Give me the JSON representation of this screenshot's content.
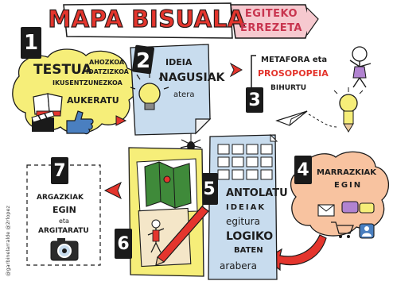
{
  "title": "MAPA BISUALA",
  "subtitle": [
    "EGITEKO",
    "ERREZETA"
  ],
  "steps": {
    "s1": {
      "number": "1",
      "lines": [
        "TESTUA",
        "AHOZKOA",
        "IDATZIZKOA",
        "IKUSENTZUNEZKOA",
        "AUKERATU"
      ]
    },
    "s2": {
      "number": "2",
      "lines": [
        "IDEIA",
        "NAGUSIAK",
        "atera"
      ]
    },
    "s3": {
      "number": "3",
      "lines": [
        "METAFORA eta",
        "PROSOPOPEIA",
        "BIHURTU"
      ]
    },
    "s4": {
      "number": "4",
      "lines": [
        "MARRAZKIAK",
        "EGIN"
      ]
    },
    "s5": {
      "number": "5",
      "lines": [
        "ANTOLATU",
        "IDEIAK",
        "egitura",
        "LOGIKO",
        "BATEN",
        "arabera"
      ]
    },
    "s6": {
      "number": "6"
    },
    "s7": {
      "number": "7",
      "lines": [
        "ARGAZKIAK",
        "EGIN",
        "eta",
        "ARGITARATU"
      ]
    }
  },
  "credit": "@garbinelarralde @2rlopez",
  "colors": {
    "red": "#e4352d",
    "yellow": "#f6ee79",
    "blue": "#c8dcee",
    "peach": "#f8c3a0",
    "black": "#1a1a1a"
  },
  "icons": [
    "books-icon",
    "clapperboard-icon",
    "thumbs-up-icon",
    "lightbulb-icon",
    "spider-icon",
    "paper-plane-icon",
    "stick-figure-icon",
    "map-icon",
    "pencil-icon",
    "camera-icon",
    "grid-icon",
    "envelope-icon",
    "cart-icon",
    "person-icon"
  ]
}
